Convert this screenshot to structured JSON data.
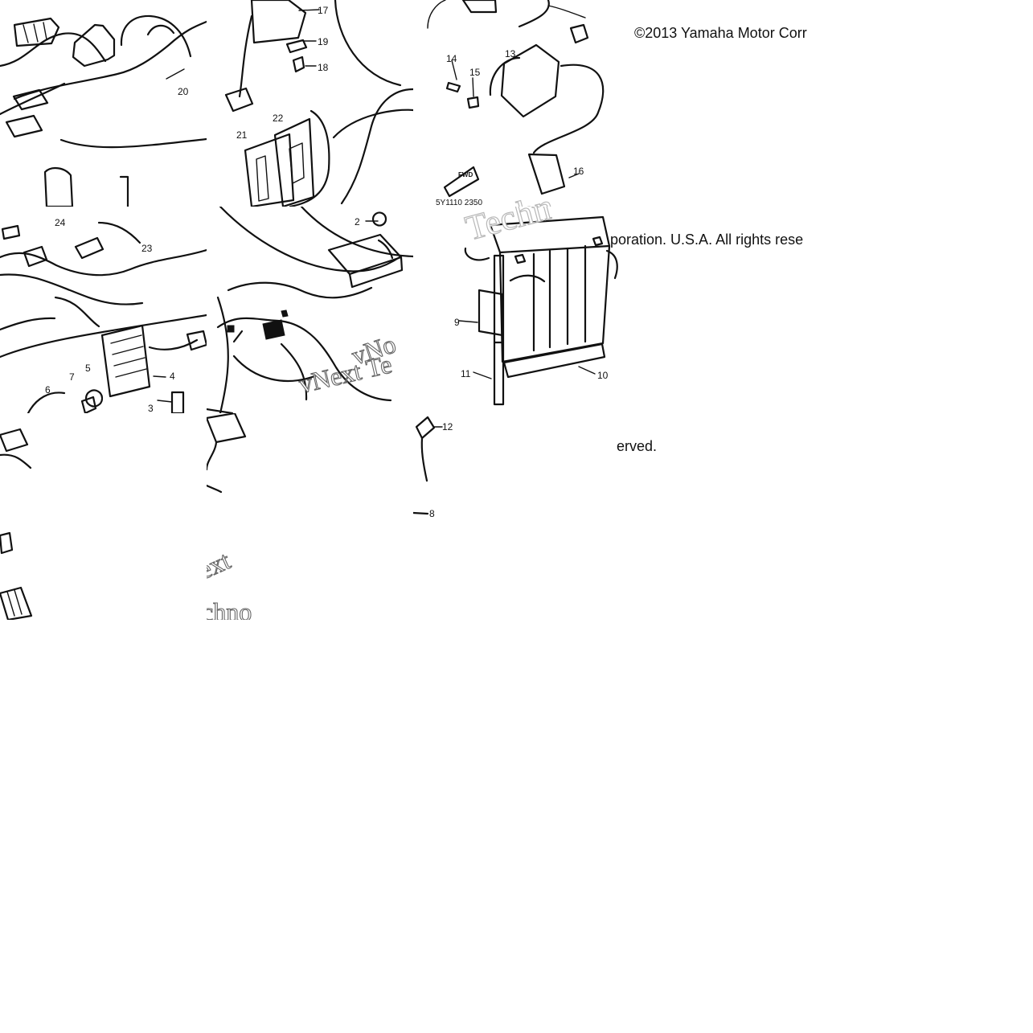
{
  "diagram": {
    "copyright_parts": {
      "part_1": "©2013 Yamaha Motor Corr",
      "part_2": "poration. U.S.A. All rights rese",
      "part_3": "erved."
    },
    "catalog_code": "5Y1110 2350",
    "fwd_mark": "FWD",
    "watermark_fragments": {
      "tile_center": "Techn",
      "left_mid": "vNext Te",
      "left_lower": "ext",
      "lower_mid": "chno",
      "lower_right": "vNo"
    },
    "callouts": [
      {
        "tile": "t-top-mid-a",
        "label": "17"
      },
      {
        "tile": "t-top-mid-a",
        "label": "19"
      },
      {
        "tile": "t-top-mid-a",
        "label": "18"
      },
      {
        "tile": "t-top-mid-a",
        "label": "22"
      },
      {
        "tile": "t-top-mid-a",
        "label": "21"
      },
      {
        "tile": "t-top-left",
        "label": "20"
      },
      {
        "tile": "t-top-right",
        "label": "14"
      },
      {
        "tile": "t-top-right",
        "label": "15"
      },
      {
        "tile": "t-top-right",
        "label": "13"
      },
      {
        "tile": "t-top-right",
        "label": "16"
      },
      {
        "tile": "t-mid-left",
        "label": "24"
      },
      {
        "tile": "t-mid-left",
        "label": "23"
      },
      {
        "tile": "t-mid-left",
        "label": "7"
      },
      {
        "tile": "t-mid-left",
        "label": "5"
      },
      {
        "tile": "t-mid-left",
        "label": "6"
      },
      {
        "tile": "t-mid-left",
        "label": "4"
      },
      {
        "tile": "t-mid-left",
        "label": "3"
      },
      {
        "tile": "t-mid-center",
        "label": "2"
      },
      {
        "tile": "t-mid-right",
        "label": "9"
      },
      {
        "tile": "t-mid-right",
        "label": "11"
      },
      {
        "tile": "t-mid-right",
        "label": "10"
      },
      {
        "tile": "t-lower-right",
        "label": "8"
      },
      {
        "tile": "t-lower-right",
        "label": "12"
      }
    ]
  }
}
